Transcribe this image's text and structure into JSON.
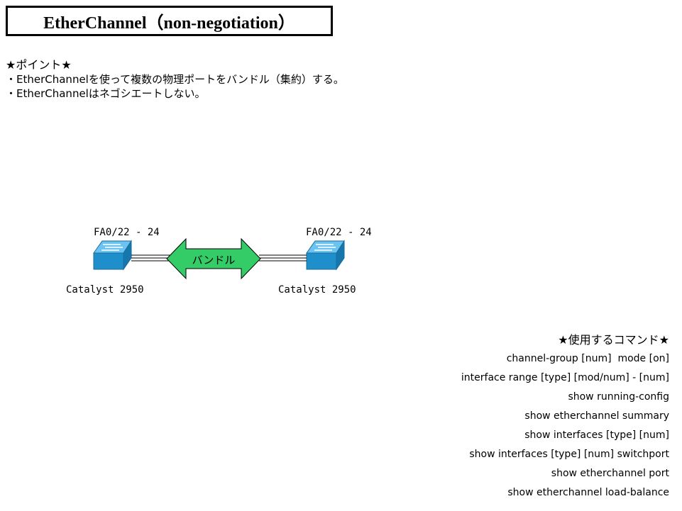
{
  "title": "EtherChannel（non-negotiation）",
  "points": {
    "heading": "★ポイント★",
    "items": [
      "・EtherChannelを使って複数の物理ポートをバンドル（集約）する。",
      "・EtherChannelはネゴシエートしない。"
    ]
  },
  "diagram": {
    "left_switch": {
      "port_label": "FA0/22 - 24",
      "model": "Catalyst 2950"
    },
    "right_switch": {
      "port_label": "FA0/22 - 24",
      "model": "Catalyst 2950"
    },
    "bundle_label": "バンドル",
    "colors": {
      "arrow": "#33cc66",
      "switch_front": "#1f8fcb",
      "switch_top": "#6ac3f0"
    }
  },
  "commands": {
    "heading": "★使用するコマンド★",
    "items": [
      "channel-group [num]  mode [on]",
      "interface range [type] [mod/num] - [num]",
      "show running-config",
      "show etherchannel summary",
      "show interfaces [type] [num]",
      "show interfaces [type] [num] switchport",
      "show etherchannel port",
      "show etherchannel load-balance"
    ]
  }
}
